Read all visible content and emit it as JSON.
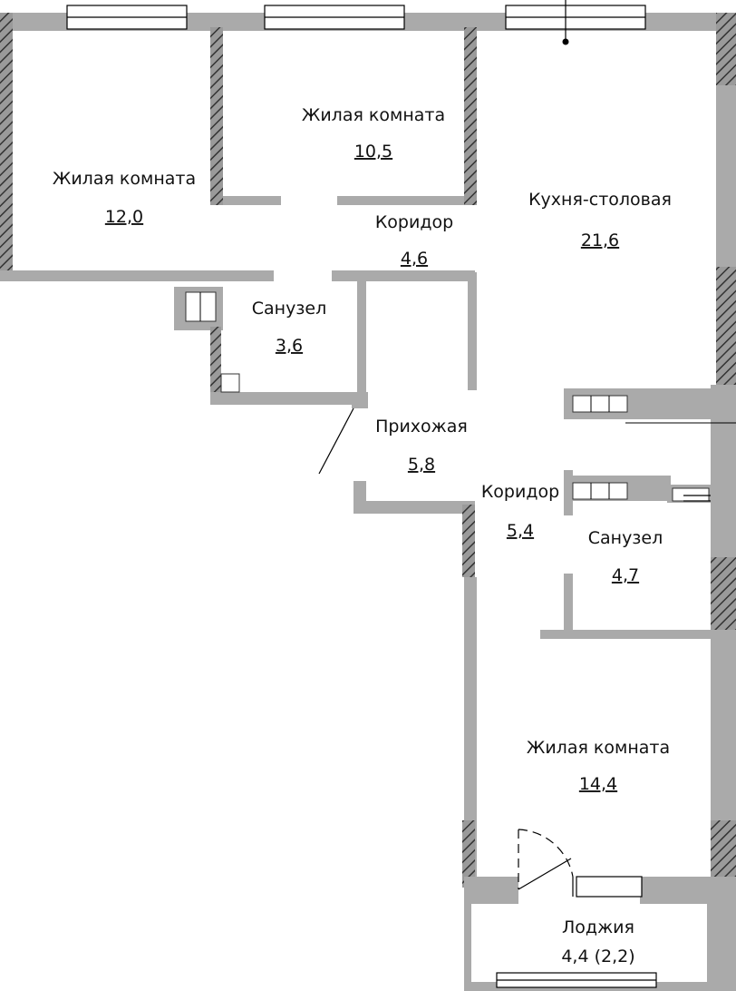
{
  "plan": {
    "rooms": [
      {
        "id": "living-1",
        "name": "Жилая комната",
        "area": "12,0"
      },
      {
        "id": "living-2",
        "name": "Жилая комната",
        "area": "10,5"
      },
      {
        "id": "kitchen",
        "name": "Кухня-столовая",
        "area": "21,6"
      },
      {
        "id": "corridor-1",
        "name": "Коридор",
        "area": "4,6"
      },
      {
        "id": "bathroom-1",
        "name": "Санузел",
        "area": "3,6"
      },
      {
        "id": "hallway",
        "name": "Прихожая",
        "area": "5,8"
      },
      {
        "id": "corridor-2",
        "name": "Коридор",
        "area": "5,4"
      },
      {
        "id": "bathroom-2",
        "name": "Санузел",
        "area": "4,7"
      },
      {
        "id": "living-3",
        "name": "Жилая комната",
        "area": "14,4"
      },
      {
        "id": "loggia",
        "name": "Лоджия",
        "area": "4,4 (2,2)"
      }
    ]
  }
}
